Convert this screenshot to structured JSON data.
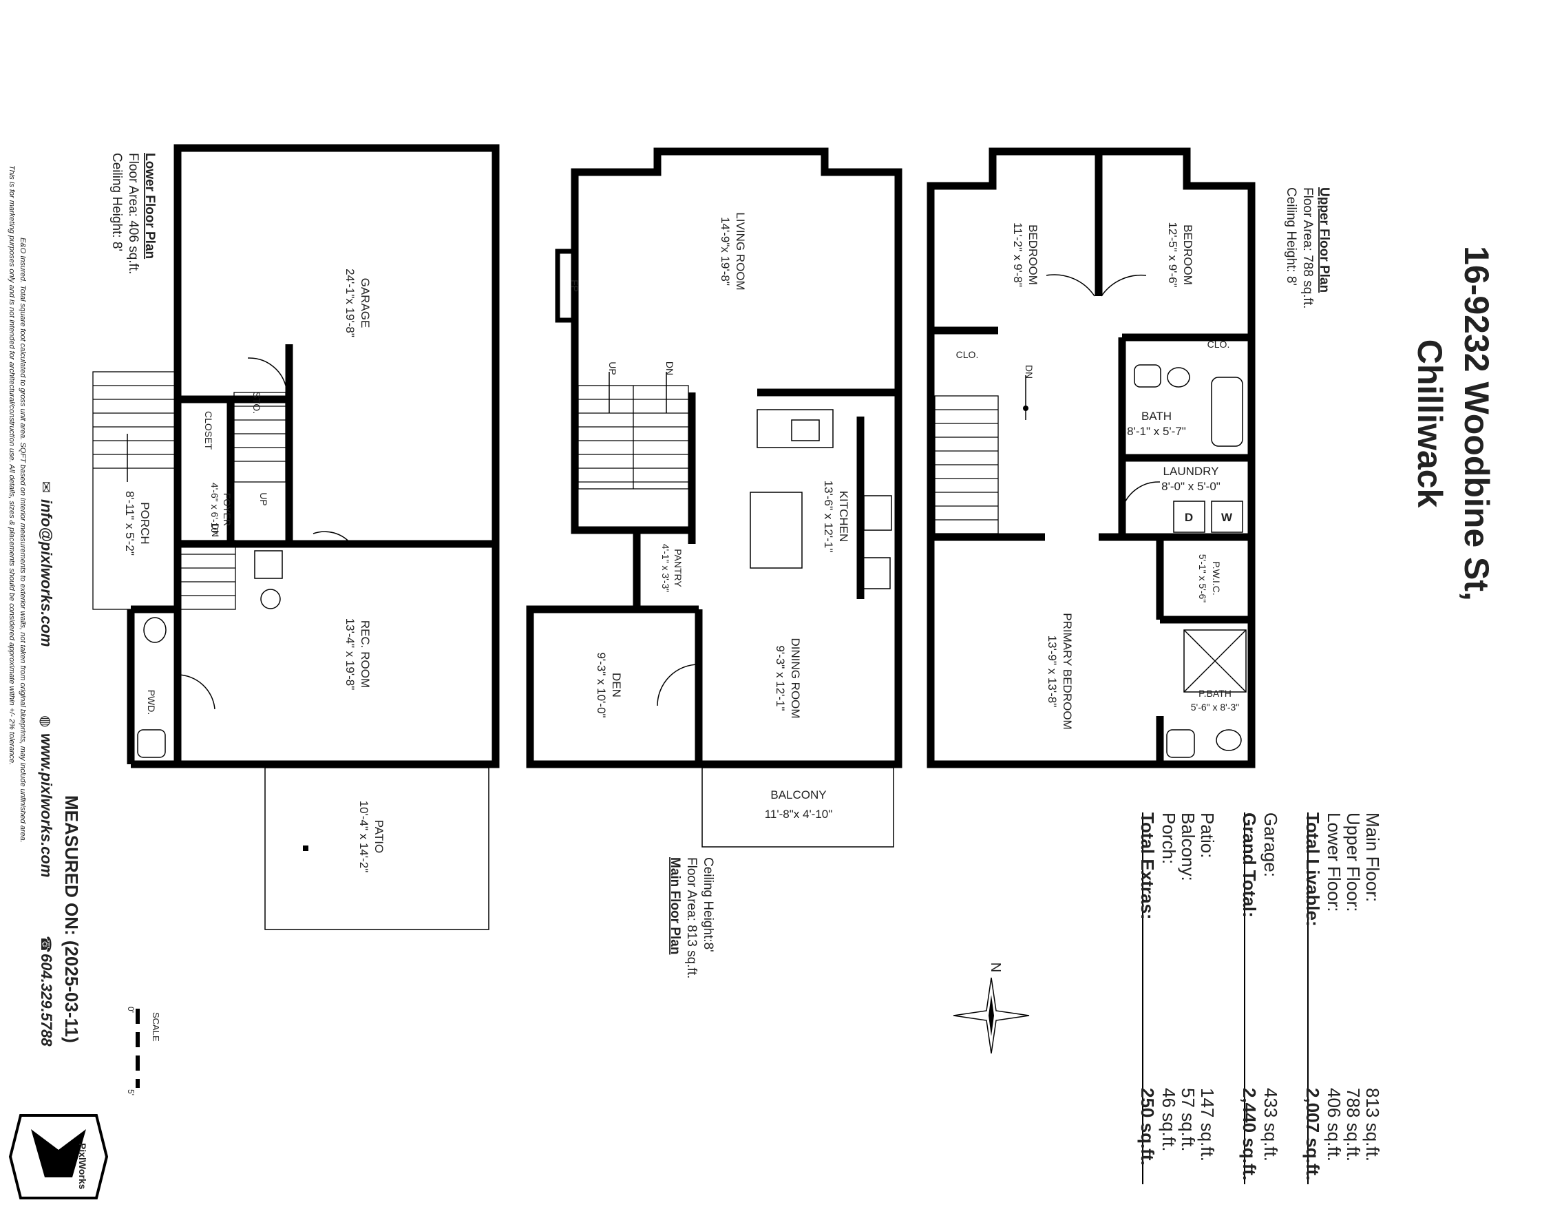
{
  "title": {
    "line1": "16-9232 Woodbine St,",
    "line2": "Chilliwack"
  },
  "floors": {
    "upper": {
      "heading": "Upper Floor Plan",
      "area": "Floor Area: 788 sq.ft.",
      "ceiling": "Ceiling Height: 8'"
    },
    "main": {
      "heading": "Main Floor Plan",
      "area": "Floor Area: 813 sq.ft.",
      "ceiling": "Ceiling Height:8'"
    },
    "lower": {
      "heading": "Lower Floor Plan",
      "area": "Floor Area: 406 sq.ft.",
      "ceiling": "Ceiling Height: 8'"
    }
  },
  "rooms": {
    "bedroom_a": {
      "name": "BEDROOM",
      "dim": "12'-5\" x 9'-6\""
    },
    "bedroom_b": {
      "name": "BEDROOM",
      "dim": "11'-2\" x 9'-8\""
    },
    "clo1": "CLO.",
    "clo2": "CLO.",
    "bath": {
      "name": "BATH",
      "dim": "8'-1\" x 5'-7\""
    },
    "laundry": {
      "name": "LAUNDRY",
      "dim": "8'-0\" x 5'-0\""
    },
    "washer": "W",
    "dryer": "D",
    "pwic": {
      "name": "P.W.I.C.",
      "dim": "5'-1\" x 5'-6\""
    },
    "primary": {
      "name": "PRIMARY BEDROOM",
      "dim": "13'-9\" x 13'-8\""
    },
    "pbath": {
      "name": "P.BATH",
      "dim": "5'-6\" x 8'-3\""
    },
    "living": {
      "name": "LIVING ROOM",
      "dim": "14'-9\"x 19'-8\""
    },
    "fp": "FP",
    "kitchen": {
      "name": "KITCHEN",
      "dim": "13'-6\" x 12'-1\""
    },
    "pantry": {
      "name": "PANTRY",
      "dim": "4'-1\" x 3'-3\""
    },
    "dining": {
      "name": "DINING ROOM",
      "dim": "9'-3\" x 12'-1\""
    },
    "den": {
      "name": "DEN",
      "dim": "9'-3\" x 10'-0\""
    },
    "balcony": {
      "name": "BALCONY",
      "dim": "11'-8\"x 4'-10\""
    },
    "garage": {
      "name": "GARAGE",
      "dim": "24'-1\"x 19'-8\""
    },
    "sto": "STO.",
    "closet": "CLOSET",
    "foyer": {
      "name": "FOYER",
      "dim": "4'-6\" x 6'-10\""
    },
    "porch": {
      "name": "PORCH",
      "dim": "8'-11\" x 5'-2\""
    },
    "rec": {
      "name": "REC. ROOM",
      "dim": "13'-4\" x 19'-8\""
    },
    "pwd": "PWD.",
    "patio": {
      "name": "PATIO",
      "dim": "10'-4\" x 14'-2\""
    }
  },
  "stairs": {
    "up": "UP",
    "dn": "DN"
  },
  "summary": {
    "rows1": [
      {
        "label": "Main Floor:",
        "value": "813 sq.ft."
      },
      {
        "label": "Upper Floor:",
        "value": "788 sq.ft."
      },
      {
        "label": "Lower Floor:",
        "value": "406 sq.ft."
      }
    ],
    "total_livable": {
      "label": "Total Livable:",
      "value": "2,007 sq.ft."
    },
    "garage": {
      "label": "Garage:",
      "value": "433 sq.ft."
    },
    "grand_total": {
      "label": "Grand Total:",
      "value": "2,440 sq.ft."
    },
    "rows2": [
      {
        "label": "Patio:",
        "value": "147 sq.ft."
      },
      {
        "label": "Balcony:",
        "value": "57 sq.ft."
      },
      {
        "label": "Porch:",
        "value": "46 sq.ft."
      }
    ],
    "total_extras": {
      "label": "Total Extras:",
      "value": "250 sq.ft."
    }
  },
  "compass": "N",
  "scale": {
    "label": "SCALE",
    "start": "0'",
    "end": "5'"
  },
  "footer": {
    "email": "info@pixlworks.com",
    "web": "www.pixlworks.com",
    "phone": "604.329.5788",
    "measured": "MEASURED ON: (2025-03-11)",
    "disclaimer1": "E&O Insured.  Total square foot calculated to gross unit area. SQFT based on interior measurements to exterior walls, not taken from original blueprints, may include unfinished area.",
    "disclaimer2": "This is for marketing purposes only and is not intended for architectural/construction use.  All details, sizes & placements should be considered approximate within +/- 2% tolerance.",
    "logo_text": "PixlWorks"
  }
}
